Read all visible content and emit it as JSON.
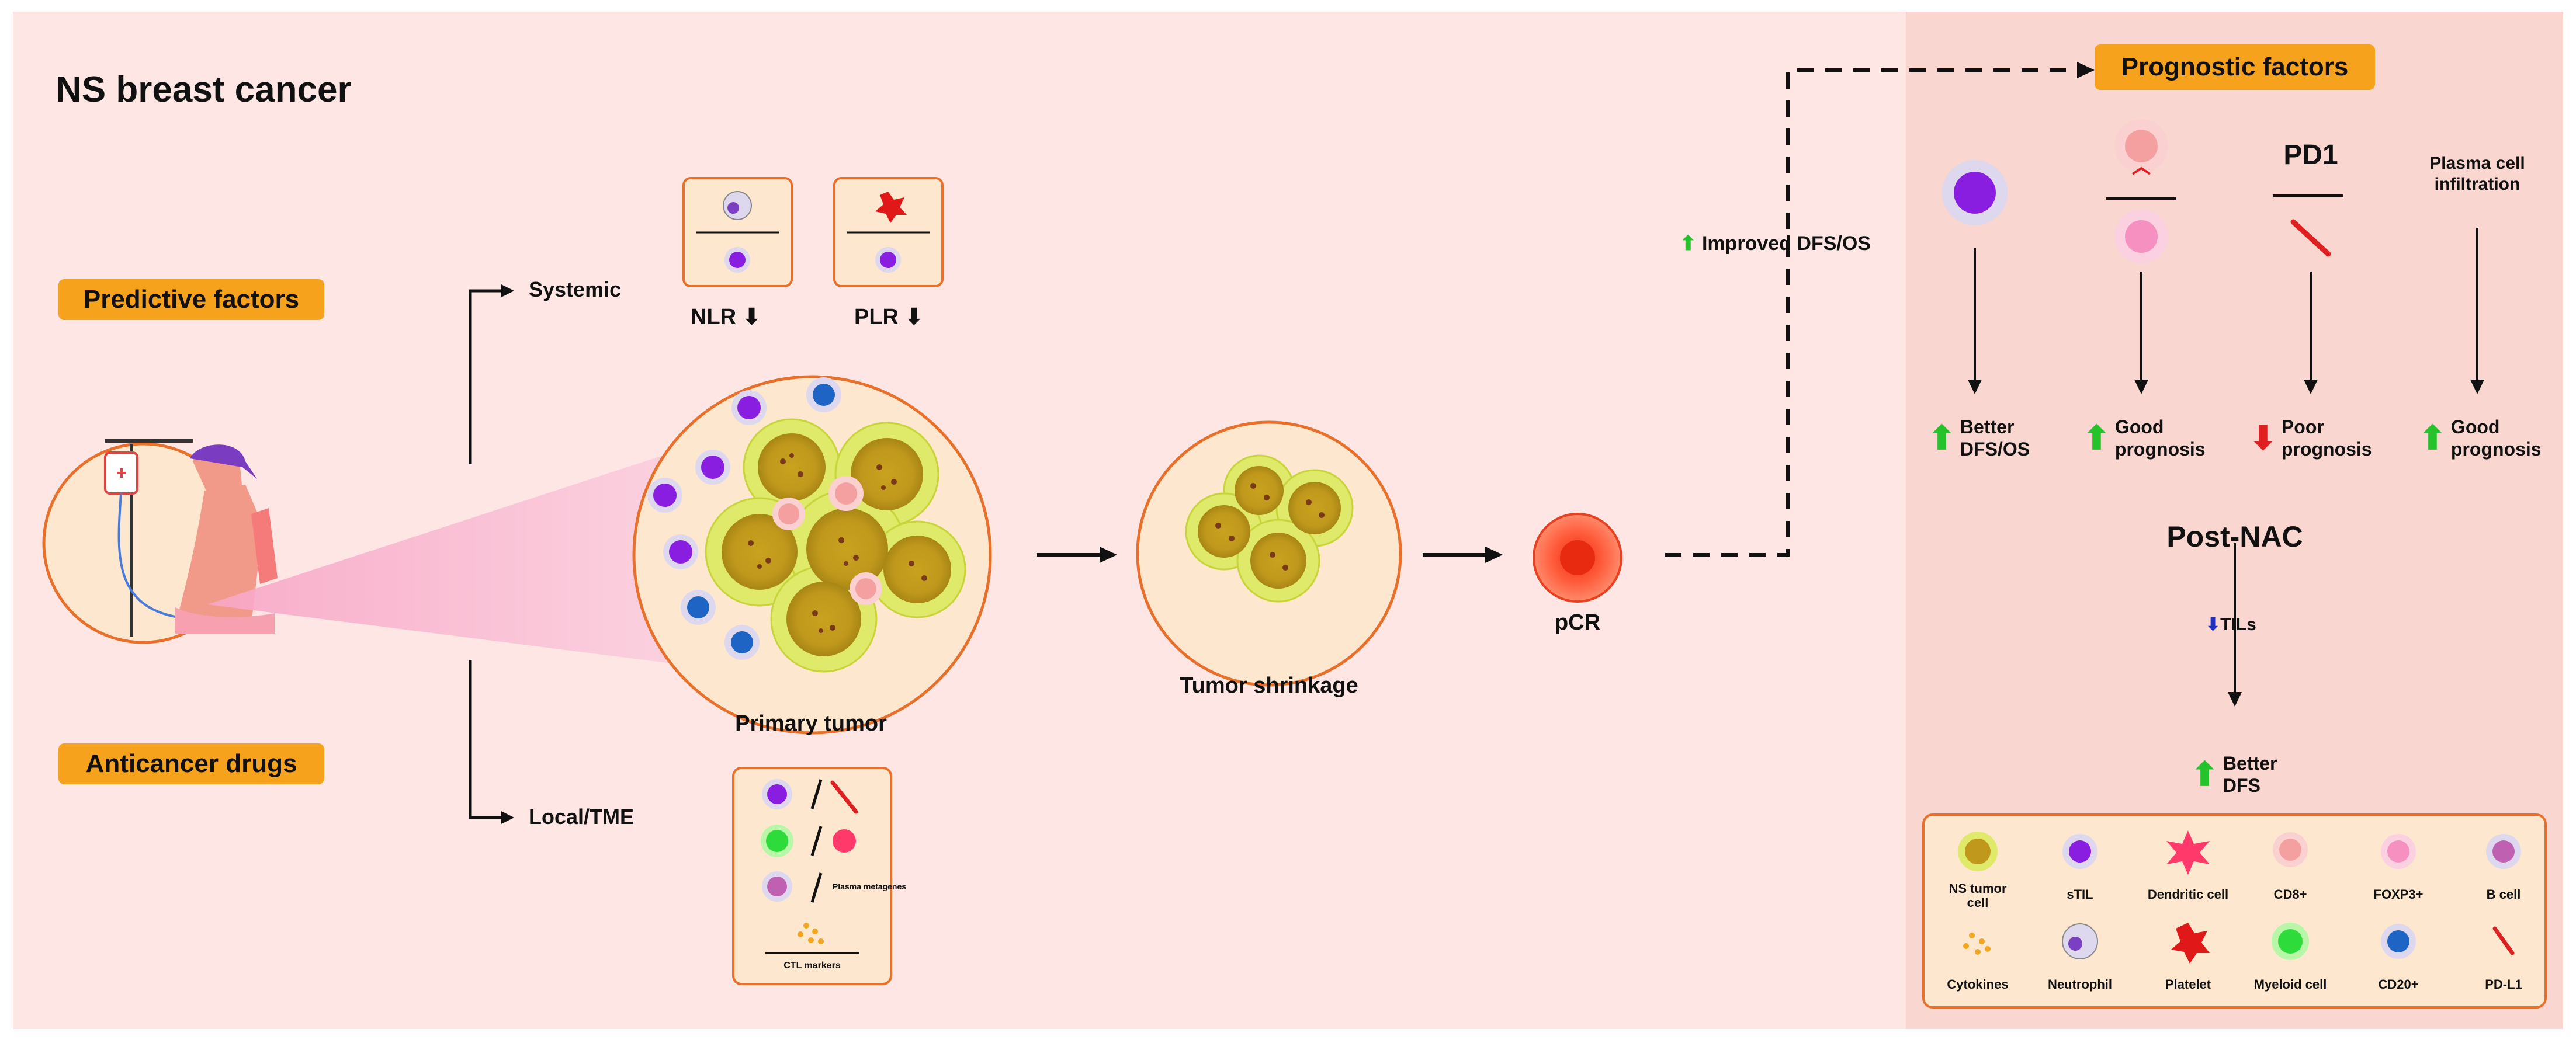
{
  "title": "NS breast cancer",
  "left": {
    "predictive_factors": "Predictive factors",
    "anticancer_drugs": "Anticancer drugs"
  },
  "flow": {
    "systemic": "Systemic",
    "local_tme": "Local/TME",
    "nlr": "NLR",
    "plr": "PLR",
    "primary_tumor": "Primary tumor",
    "tumor_shrinkage": "Tumor shrinkage",
    "pcr": "pCR",
    "improved": "Improved DFS/OS",
    "local_box": {
      "plasma_metagenes": "Plasma metagenes",
      "ctl_markers": "CTL markers"
    }
  },
  "right": {
    "prognostic_factors": "Prognostic factors",
    "pd1": "PD1",
    "plasma_infiltration": "Plasma cell infiltration",
    "outcomes": [
      {
        "line1": "Better",
        "line2": "DFS/OS",
        "direction": "up"
      },
      {
        "line1": "Good",
        "line2": "prognosis",
        "direction": "up"
      },
      {
        "line1": "Poor",
        "line2": "prognosis",
        "direction": "down"
      },
      {
        "line1": "Good",
        "line2": "prognosis",
        "direction": "up"
      }
    ],
    "post_nac": "Post-NAC",
    "tils": "TILs",
    "better": "Better",
    "dfs": "DFS"
  },
  "legend": [
    {
      "label": "NS tumor cell",
      "icon": "ns-tumor-cell-icon"
    },
    {
      "label": "sTIL",
      "icon": "stil-icon"
    },
    {
      "label": "Dendritic cell",
      "icon": "dendritic-cell-icon"
    },
    {
      "label": "CD8+",
      "icon": "cd8-icon"
    },
    {
      "label": "FOXP3+",
      "icon": "foxp3-icon"
    },
    {
      "label": "B cell",
      "icon": "b-cell-icon"
    },
    {
      "label": "Cytokines",
      "icon": "cytokines-icon"
    },
    {
      "label": "Neutrophil",
      "icon": "neutrophil-icon"
    },
    {
      "label": "Platelet",
      "icon": "platelet-icon"
    },
    {
      "label": "Myeloid cell",
      "icon": "myeloid-cell-icon"
    },
    {
      "label": "CD20+",
      "icon": "cd20-icon"
    },
    {
      "label": "PD-L1",
      "icon": "pd-l1-icon"
    }
  ],
  "colors": {
    "background_left": "#fde6e4",
    "background_right": "#f9d6cf",
    "accent_orange": "#f7a21c",
    "outline_orange": "#e8702a",
    "up_green": "#25c22b",
    "down_red": "#e02020"
  }
}
